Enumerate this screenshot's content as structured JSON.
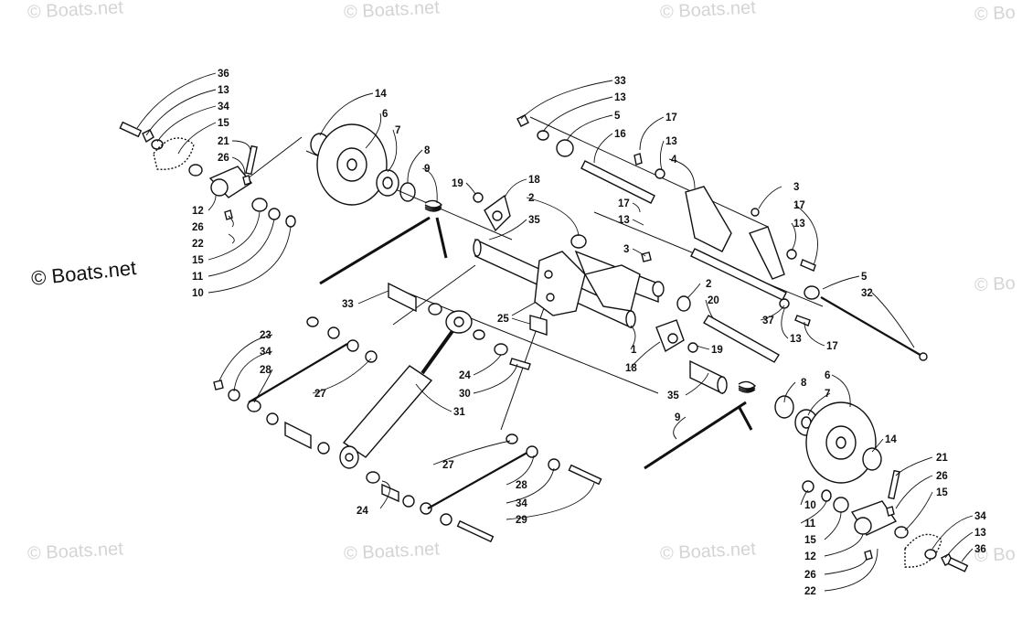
{
  "watermarks": {
    "main": "© Boats.net",
    "faint": [
      "© Boats.net",
      "© Boats.net",
      "© Boats.net",
      "© Bo",
      "© Bo",
      "© Boats.net",
      "© Boats.net",
      "© Boats.net",
      "© Bo"
    ]
  },
  "callouts": [
    {
      "id": "c1",
      "text": "36"
    },
    {
      "id": "c2",
      "text": "13"
    },
    {
      "id": "c3",
      "text": "34"
    },
    {
      "id": "c4",
      "text": "15"
    },
    {
      "id": "c5",
      "text": "21"
    },
    {
      "id": "c6",
      "text": "26"
    },
    {
      "id": "c7",
      "text": "12"
    },
    {
      "id": "c8",
      "text": "26"
    },
    {
      "id": "c9",
      "text": "22"
    },
    {
      "id": "c10",
      "text": "15"
    },
    {
      "id": "c11",
      "text": "11"
    },
    {
      "id": "c12",
      "text": "10"
    },
    {
      "id": "c13",
      "text": "14"
    },
    {
      "id": "c14",
      "text": "6"
    },
    {
      "id": "c15",
      "text": "7"
    },
    {
      "id": "c16",
      "text": "8"
    },
    {
      "id": "c17",
      "text": "9"
    },
    {
      "id": "c18",
      "text": "19"
    },
    {
      "id": "c19",
      "text": "18"
    },
    {
      "id": "c20",
      "text": "2"
    },
    {
      "id": "c21",
      "text": "35"
    },
    {
      "id": "c22",
      "text": "33"
    },
    {
      "id": "c23",
      "text": "13"
    },
    {
      "id": "c24",
      "text": "5"
    },
    {
      "id": "c25",
      "text": "16"
    },
    {
      "id": "c26",
      "text": "17"
    },
    {
      "id": "c27",
      "text": "13"
    },
    {
      "id": "c28",
      "text": "4"
    },
    {
      "id": "c29",
      "text": "3"
    },
    {
      "id": "c30",
      "text": "17"
    },
    {
      "id": "c31",
      "text": "13"
    },
    {
      "id": "c32",
      "text": "17"
    },
    {
      "id": "c33",
      "text": "13"
    },
    {
      "id": "c34",
      "text": "3"
    },
    {
      "id": "c35",
      "text": "5"
    },
    {
      "id": "c36",
      "text": "32"
    },
    {
      "id": "c37",
      "text": "2"
    },
    {
      "id": "c38",
      "text": "20"
    },
    {
      "id": "c39",
      "text": "37"
    },
    {
      "id": "c40",
      "text": "13"
    },
    {
      "id": "c41",
      "text": "17"
    },
    {
      "id": "c42",
      "text": "33"
    },
    {
      "id": "c43",
      "text": "25"
    },
    {
      "id": "c44",
      "text": "1"
    },
    {
      "id": "c45",
      "text": "19"
    },
    {
      "id": "c46",
      "text": "18"
    },
    {
      "id": "c47",
      "text": "23"
    },
    {
      "id": "c48",
      "text": "34"
    },
    {
      "id": "c49",
      "text": "28"
    },
    {
      "id": "c50",
      "text": "27"
    },
    {
      "id": "c51",
      "text": "24"
    },
    {
      "id": "c52",
      "text": "30"
    },
    {
      "id": "c53",
      "text": "31"
    },
    {
      "id": "c54",
      "text": "8"
    },
    {
      "id": "c55",
      "text": "6"
    },
    {
      "id": "c56",
      "text": "7"
    },
    {
      "id": "c57",
      "text": "35"
    },
    {
      "id": "c58",
      "text": "9"
    },
    {
      "id": "c59",
      "text": "14"
    },
    {
      "id": "c60",
      "text": "27"
    },
    {
      "id": "c61",
      "text": "28"
    },
    {
      "id": "c62",
      "text": "34"
    },
    {
      "id": "c63",
      "text": "29"
    },
    {
      "id": "c64",
      "text": "24"
    },
    {
      "id": "c65",
      "text": "21"
    },
    {
      "id": "c66",
      "text": "26"
    },
    {
      "id": "c67",
      "text": "15"
    },
    {
      "id": "c68",
      "text": "10"
    },
    {
      "id": "c69",
      "text": "11"
    },
    {
      "id": "c70",
      "text": "15"
    },
    {
      "id": "c71",
      "text": "12"
    },
    {
      "id": "c72",
      "text": "26"
    },
    {
      "id": "c73",
      "text": "22"
    },
    {
      "id": "c74",
      "text": "34"
    },
    {
      "id": "c75",
      "text": "13"
    },
    {
      "id": "c76",
      "text": "36"
    }
  ]
}
